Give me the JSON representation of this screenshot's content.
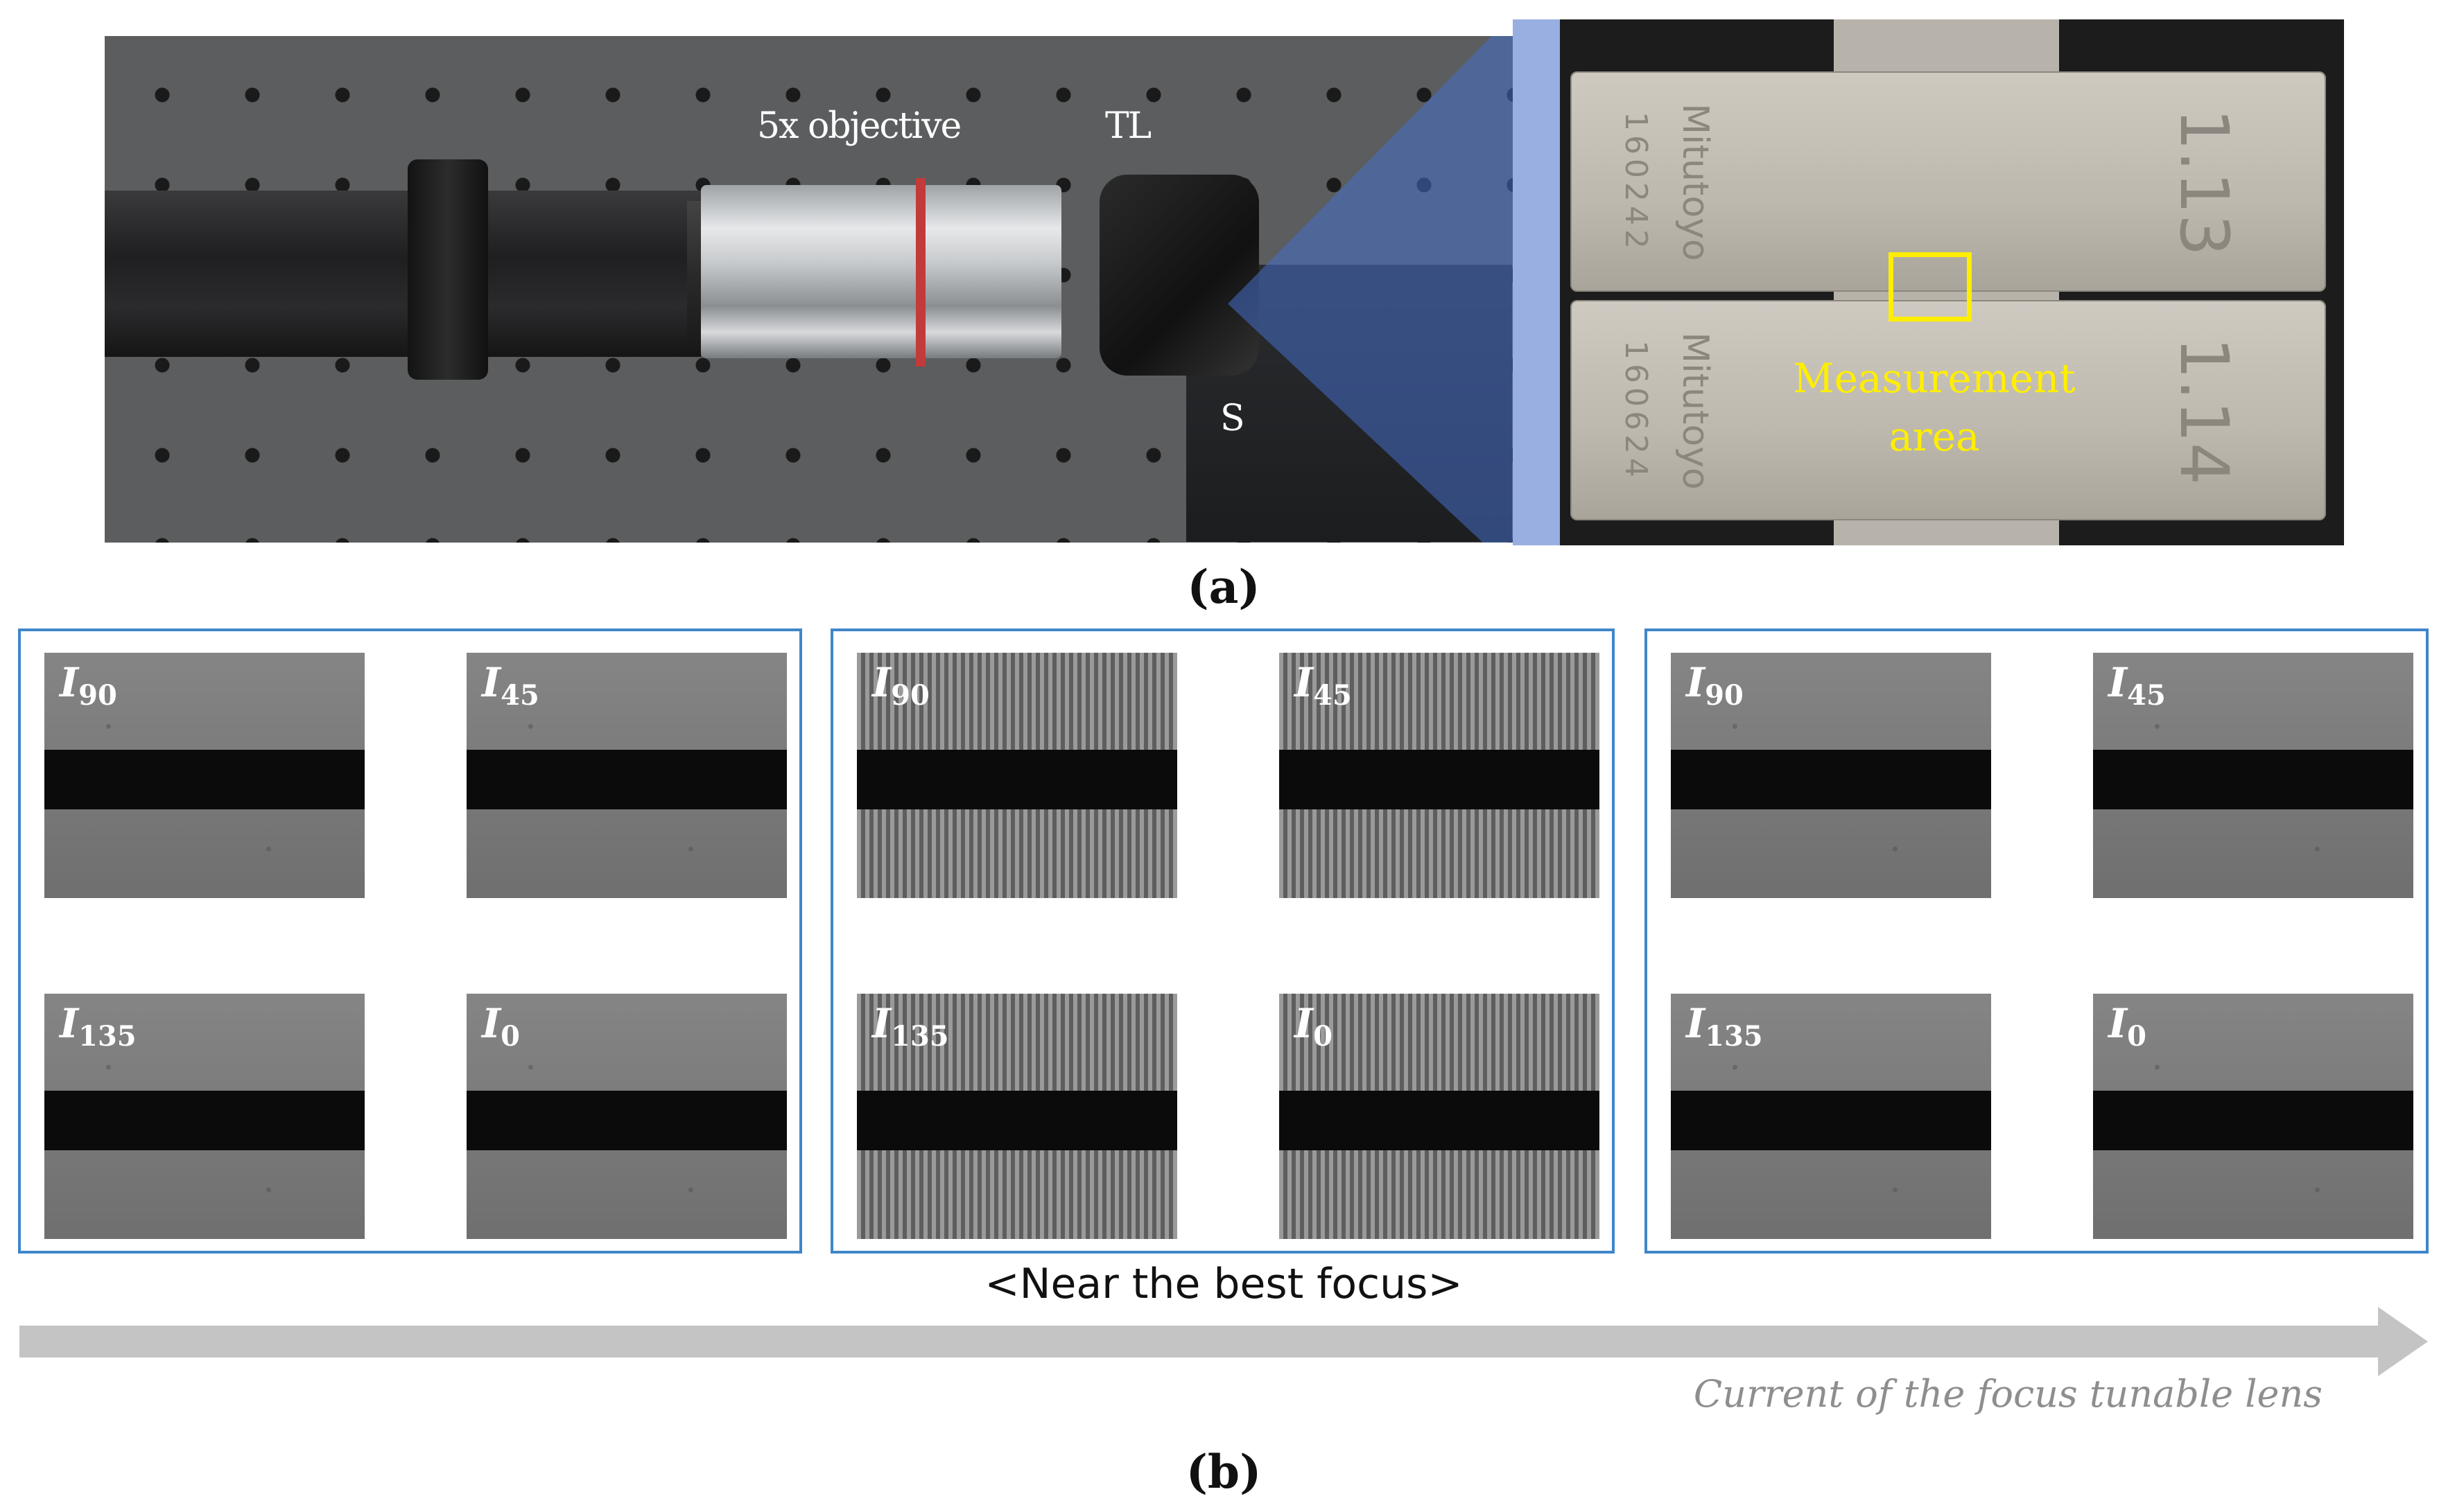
{
  "panel_a": {
    "setup_labels": {
      "objective": "5x objective",
      "tube_lens": "TL",
      "sample": "S"
    },
    "gauge_blocks": [
      {
        "brand": "Mitutoyo",
        "serial": "160242",
        "size": "1.13"
      },
      {
        "brand": "Mitutoyo",
        "serial": "160624",
        "size": "1.14"
      }
    ],
    "measurement_label_line1": "Measurement",
    "measurement_label_line2": "area",
    "caption": "(a)"
  },
  "panel_b": {
    "groups": [
      {
        "fringe": false,
        "images": [
          {
            "base": "I",
            "sub": "90"
          },
          {
            "base": "I",
            "sub": "45"
          },
          {
            "base": "I",
            "sub": "135"
          },
          {
            "base": "I",
            "sub": "0"
          }
        ]
      },
      {
        "fringe": true,
        "images": [
          {
            "base": "I",
            "sub": "90"
          },
          {
            "base": "I",
            "sub": "45"
          },
          {
            "base": "I",
            "sub": "135"
          },
          {
            "base": "I",
            "sub": "0"
          }
        ]
      },
      {
        "fringe": false,
        "images": [
          {
            "base": "I",
            "sub": "90"
          },
          {
            "base": "I",
            "sub": "45"
          },
          {
            "base": "I",
            "sub": "135"
          },
          {
            "base": "I",
            "sub": "0"
          }
        ]
      }
    ],
    "focus_note": "<Near the best focus>",
    "arrow_label": "Current of the focus tunable lens",
    "caption": "(b)"
  },
  "colors": {
    "frame_blue": "#3f86c9",
    "highlight_yellow": "#ffee00",
    "arrow_gray": "#c4c4c4"
  }
}
